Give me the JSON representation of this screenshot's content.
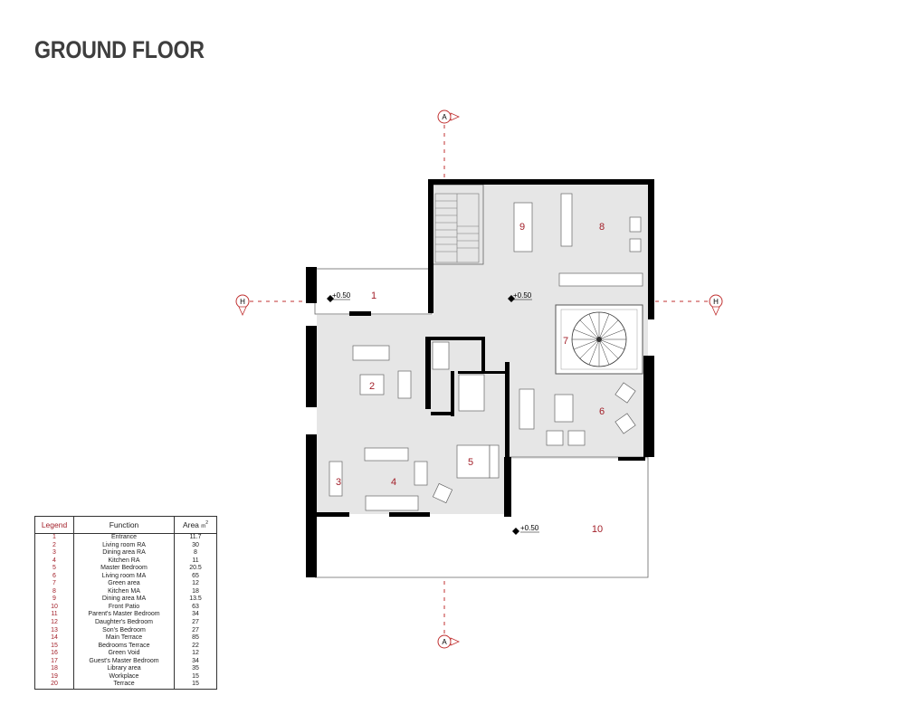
{
  "title": "GROUND FLOOR",
  "legend": {
    "headers": {
      "legend": "Legend",
      "function": "Function",
      "area": "Area",
      "area_unit": "m",
      "area_exp": "2"
    },
    "rows": [
      {
        "num": "1",
        "function": "Entrance",
        "area": "11.7"
      },
      {
        "num": "2",
        "function": "Living room RA",
        "area": "30"
      },
      {
        "num": "3",
        "function": "Dining area RA",
        "area": "8"
      },
      {
        "num": "4",
        "function": "Kitchen RA",
        "area": "11"
      },
      {
        "num": "5",
        "function": "Master Bedroom",
        "area": "20.5"
      },
      {
        "num": "6",
        "function": "Living room MA",
        "area": "65"
      },
      {
        "num": "7",
        "function": "Green area",
        "area": "12"
      },
      {
        "num": "8",
        "function": "Kitchen MA",
        "area": "18"
      },
      {
        "num": "9",
        "function": "Dining area MA",
        "area": "13.5"
      },
      {
        "num": "10",
        "function": "Front Patio",
        "area": "63"
      },
      {
        "num": "11",
        "function": "Parent's Master Bedroom",
        "area": "34"
      },
      {
        "num": "12",
        "function": "Daughter's Bedroom",
        "area": "27"
      },
      {
        "num": "13",
        "function": "Son's Bedroom",
        "area": "27"
      },
      {
        "num": "14",
        "function": "Main Terrace",
        "area": "85"
      },
      {
        "num": "15",
        "function": "Bedrooms Terrace",
        "area": "22"
      },
      {
        "num": "16",
        "function": "Green Void",
        "area": "12"
      },
      {
        "num": "17",
        "function": "Guest's Master Bedroom",
        "area": "34"
      },
      {
        "num": "18",
        "function": "Library area",
        "area": "35"
      },
      {
        "num": "19",
        "function": "Workplace",
        "area": "15"
      },
      {
        "num": "20",
        "function": "Terrace",
        "area": "15"
      }
    ]
  },
  "plan": {
    "room_numbers": [
      "1",
      "2",
      "3",
      "4",
      "5",
      "6",
      "7",
      "8",
      "9",
      "10"
    ],
    "levels": [
      "+0.50",
      "+0.50",
      "+0.50"
    ],
    "section_markers": {
      "top": "A",
      "bottom": "A",
      "left": "H",
      "right": "H"
    },
    "colors": {
      "accent": "#a3202a",
      "wall": "#000000",
      "floor": "#e6e6e6",
      "outline": "#555555"
    }
  }
}
